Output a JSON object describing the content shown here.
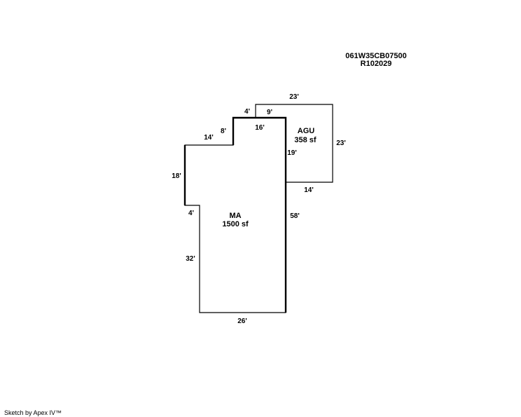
{
  "parcel": {
    "id": "061W35CB07500",
    "account": "R102029"
  },
  "areas": {
    "ma": {
      "name": "MA",
      "size": "1500 sf"
    },
    "agu": {
      "name": "AGU",
      "size": "358 sf"
    }
  },
  "dimensions": {
    "ma_top_step": "4'",
    "ma_top": "16'",
    "ma_step_rise": "8'",
    "ma_left_upper": "14'",
    "ma_left_height": "18'",
    "ma_left_notch": "4'",
    "ma_left_lower": "32'",
    "ma_bottom": "26'",
    "ma_right": "58'",
    "agu_top": "23'",
    "agu_top_inner": "9'",
    "agu_right": "23'",
    "agu_left": "19'",
    "agu_bottom": "14'"
  },
  "footer": {
    "credit": "Sketch by Apex IV™"
  }
}
